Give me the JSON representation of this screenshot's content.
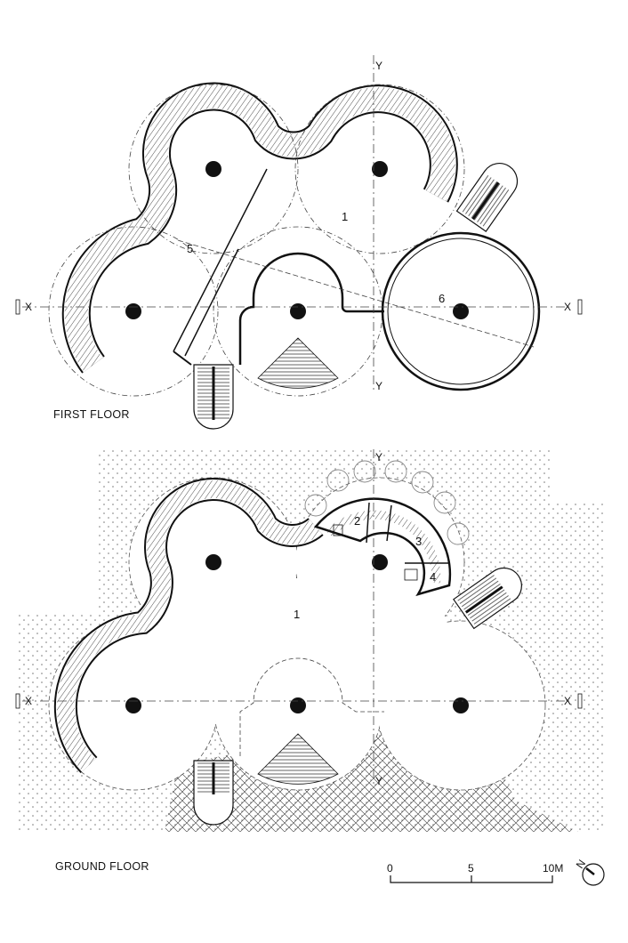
{
  "first_floor": {
    "title": "FIRST FLOOR",
    "room_labels": [
      "1",
      "5",
      "6"
    ],
    "section_marks": {
      "x_left": "X",
      "x_right": "X",
      "y_top": "Y",
      "y_bottom": "Y"
    }
  },
  "ground_floor": {
    "title": "GROUND FLOOR",
    "room_labels": [
      "1",
      "2",
      "3",
      "4"
    ],
    "section_marks": {
      "x_left": "X",
      "x_right": "X",
      "y_top": "Y",
      "y_bottom": "Y"
    }
  },
  "scale_bar": {
    "ticks": [
      "0",
      "5",
      "10M"
    ]
  },
  "north_arrow": {
    "label": "N"
  },
  "colors": {
    "line": "#111111",
    "tree": "#888888",
    "background": "#ffffff"
  }
}
